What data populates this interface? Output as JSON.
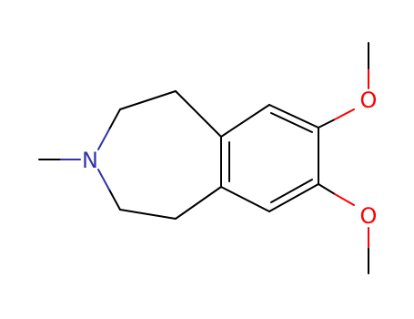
{
  "molecule": {
    "atoms": [
      {
        "id": "N3",
        "element": "N",
        "label": "N",
        "color": "#3333aa"
      },
      {
        "id": "O7",
        "element": "O",
        "label": "O",
        "color": "#ff0000"
      },
      {
        "id": "O8",
        "element": "O",
        "label": "O",
        "color": "#ff0000"
      }
    ],
    "bond_color": "#000000",
    "nitrogen_bond_color": "#3333aa",
    "oxygen_bond_color": "#ff0000"
  }
}
